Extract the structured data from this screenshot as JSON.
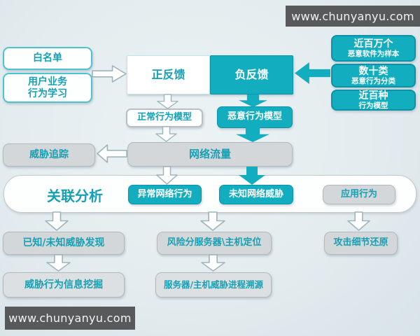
{
  "watermark": {
    "top": "www.chunyanyu.com",
    "bottom": "www.chunyanyu.com"
  },
  "colors": {
    "teal": "#12adbf",
    "teal_dark": "#0b92a6",
    "teal_text": "#17a0b4",
    "gray_fill": "#d3d7d9",
    "watermark_bg": "#58595b",
    "background": "#e4edf0"
  },
  "nodes": {
    "whitelist": "白名单",
    "user_learning": {
      "line1": "用户业务",
      "line2": "行为学习"
    },
    "positive_feedback": "正反馈",
    "negative_feedback": "负反馈",
    "samples": {
      "line1": "近百万个",
      "line2": "恶意软件为样本"
    },
    "categories": {
      "line1": "数十类",
      "line2": "恶意行为分类"
    },
    "models": {
      "line1": "近百种",
      "line2": "行为模型"
    },
    "normal_model": "正常行为模型",
    "malicious_model": "恶意行为模型",
    "threat_tracking": "威胁追踪",
    "network_traffic": "网络流量",
    "correlation_analysis": "关联分析",
    "abnormal_behavior": "异常网络行为",
    "unknown_threat": "未知网络威胁",
    "app_behavior": "应用行为",
    "threat_discovery": "已知/未知威胁发现",
    "risk_location": "风险分服务器\\主机定位",
    "attack_restore": "攻击细节还原",
    "info_mining": "威胁行为信息挖掘",
    "process_trace": "服务器/主机威胁进程溯源"
  }
}
